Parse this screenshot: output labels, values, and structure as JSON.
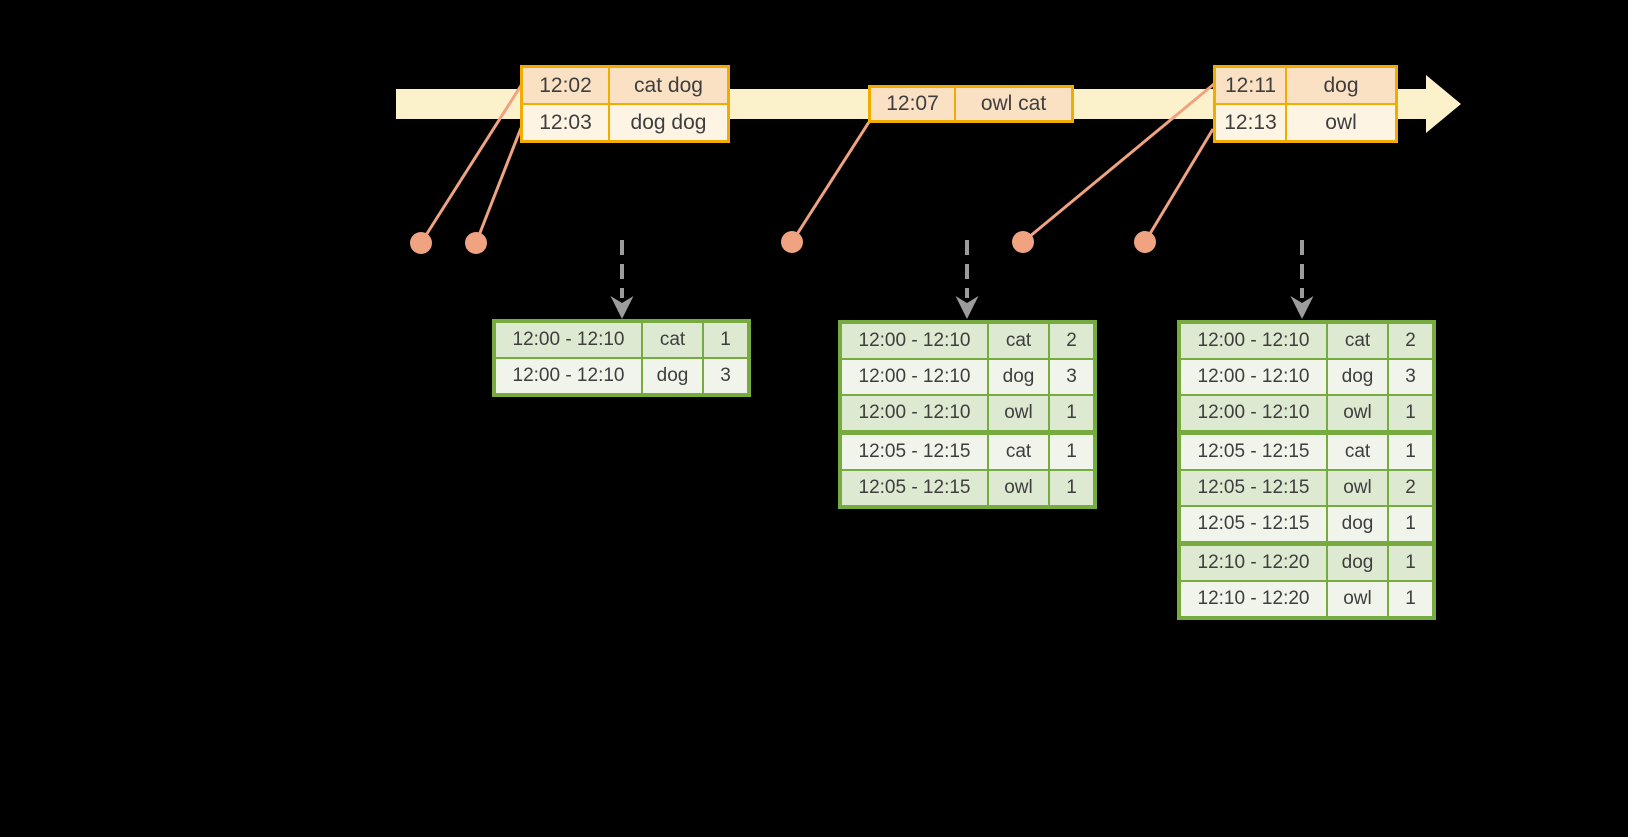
{
  "colors": {
    "background": "#000000",
    "timeline_band": "#FBF1CB",
    "event_table_border": "#F0AD00",
    "event_row_peach": "#FAE1C4",
    "event_row_cream": "#FEF4E4",
    "connector_salmon": "#F0A381",
    "result_table_border": "#76AC3F",
    "result_row_green": "#DDE9D1",
    "result_row_light": "#F0F4EB",
    "trigger_arrow_gray": "#9C9C9C",
    "text": "#3E3E3E"
  },
  "icons": {
    "timeline_arrowhead": "right-arrowhead",
    "event_point": "salmon-dot",
    "trigger_arrow": "dashed-down-arrow"
  },
  "timeline": {
    "event_tables": [
      {
        "rows": [
          {
            "time": "12:02",
            "words": "cat dog"
          },
          {
            "time": "12:03",
            "words": "dog dog"
          }
        ]
      },
      {
        "rows": [
          {
            "time": "12:07",
            "words": "owl cat"
          }
        ]
      },
      {
        "rows": [
          {
            "time": "12:11",
            "words": "dog"
          },
          {
            "time": "12:13",
            "words": "owl"
          }
        ]
      }
    ]
  },
  "results": {
    "tables": [
      {
        "rows": [
          [
            "12:00 - 12:10",
            "cat",
            "1"
          ],
          [
            "12:00 - 12:10",
            "dog",
            "3"
          ]
        ]
      },
      {
        "rows": [
          [
            "12:00 - 12:10",
            "cat",
            "2"
          ],
          [
            "12:00 - 12:10",
            "dog",
            "3"
          ],
          [
            "12:00 - 12:10",
            "owl",
            "1"
          ],
          [
            "12:05 - 12:15",
            "cat",
            "1"
          ],
          [
            "12:05 - 12:15",
            "owl",
            "1"
          ]
        ]
      },
      {
        "rows": [
          [
            "12:00 - 12:10",
            "cat",
            "2"
          ],
          [
            "12:00 - 12:10",
            "dog",
            "3"
          ],
          [
            "12:00 - 12:10",
            "owl",
            "1"
          ],
          [
            "12:05 - 12:15",
            "cat",
            "1"
          ],
          [
            "12:05 - 12:15",
            "owl",
            "2"
          ],
          [
            "12:05 - 12:15",
            "dog",
            "1"
          ],
          [
            "12:10 - 12:20",
            "dog",
            "1"
          ],
          [
            "12:10 - 12:20",
            "owl",
            "1"
          ]
        ]
      }
    ]
  }
}
